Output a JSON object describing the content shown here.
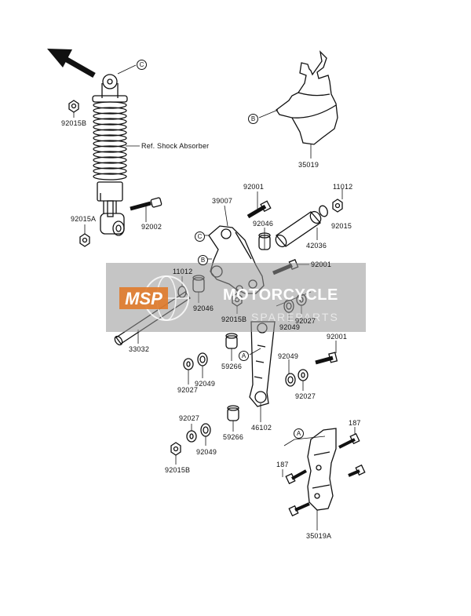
{
  "parts": {
    "p_92015B_top": "92015B",
    "ref_shock": "Ref. Shock Absorber",
    "p_92015A": "92015A",
    "p_92002": "92002",
    "p_35019": "35019",
    "p_92001_top": "92001",
    "p_39007": "39007",
    "p_11012_right": "11012",
    "p_92046_mid": "92046",
    "p_92015": "92015",
    "p_42036": "42036",
    "p_92001_mid": "92001",
    "p_11012_left": "11012",
    "p_92046_left": "92046",
    "p_92015B_mid": "92015B",
    "p_92049_mid": "92049",
    "p_92027_mid": "92027",
    "p_33032": "33032",
    "p_92001_low": "92001",
    "p_59266_upper": "59266",
    "p_92049_right": "92049",
    "p_92027_left": "92027",
    "p_92049_left": "92049",
    "p_92027_right": "92027",
    "p_46102": "46102",
    "p_92027_lower": "92027",
    "p_59266_lower": "59266",
    "p_92049_lower": "92049",
    "p_92015B_bottom": "92015B",
    "p_187_right": "187",
    "p_187_left": "187",
    "p_35019A": "35019A"
  },
  "refs": {
    "C_shock": "C",
    "C_link": "C",
    "B_guard": "B",
    "B_link": "B",
    "A_rod": "A",
    "A_guard": "A"
  },
  "watermark": {
    "logo_text": "MSP",
    "title": "MOTORCYCLE",
    "subtitle": "SPAREPARTS"
  }
}
